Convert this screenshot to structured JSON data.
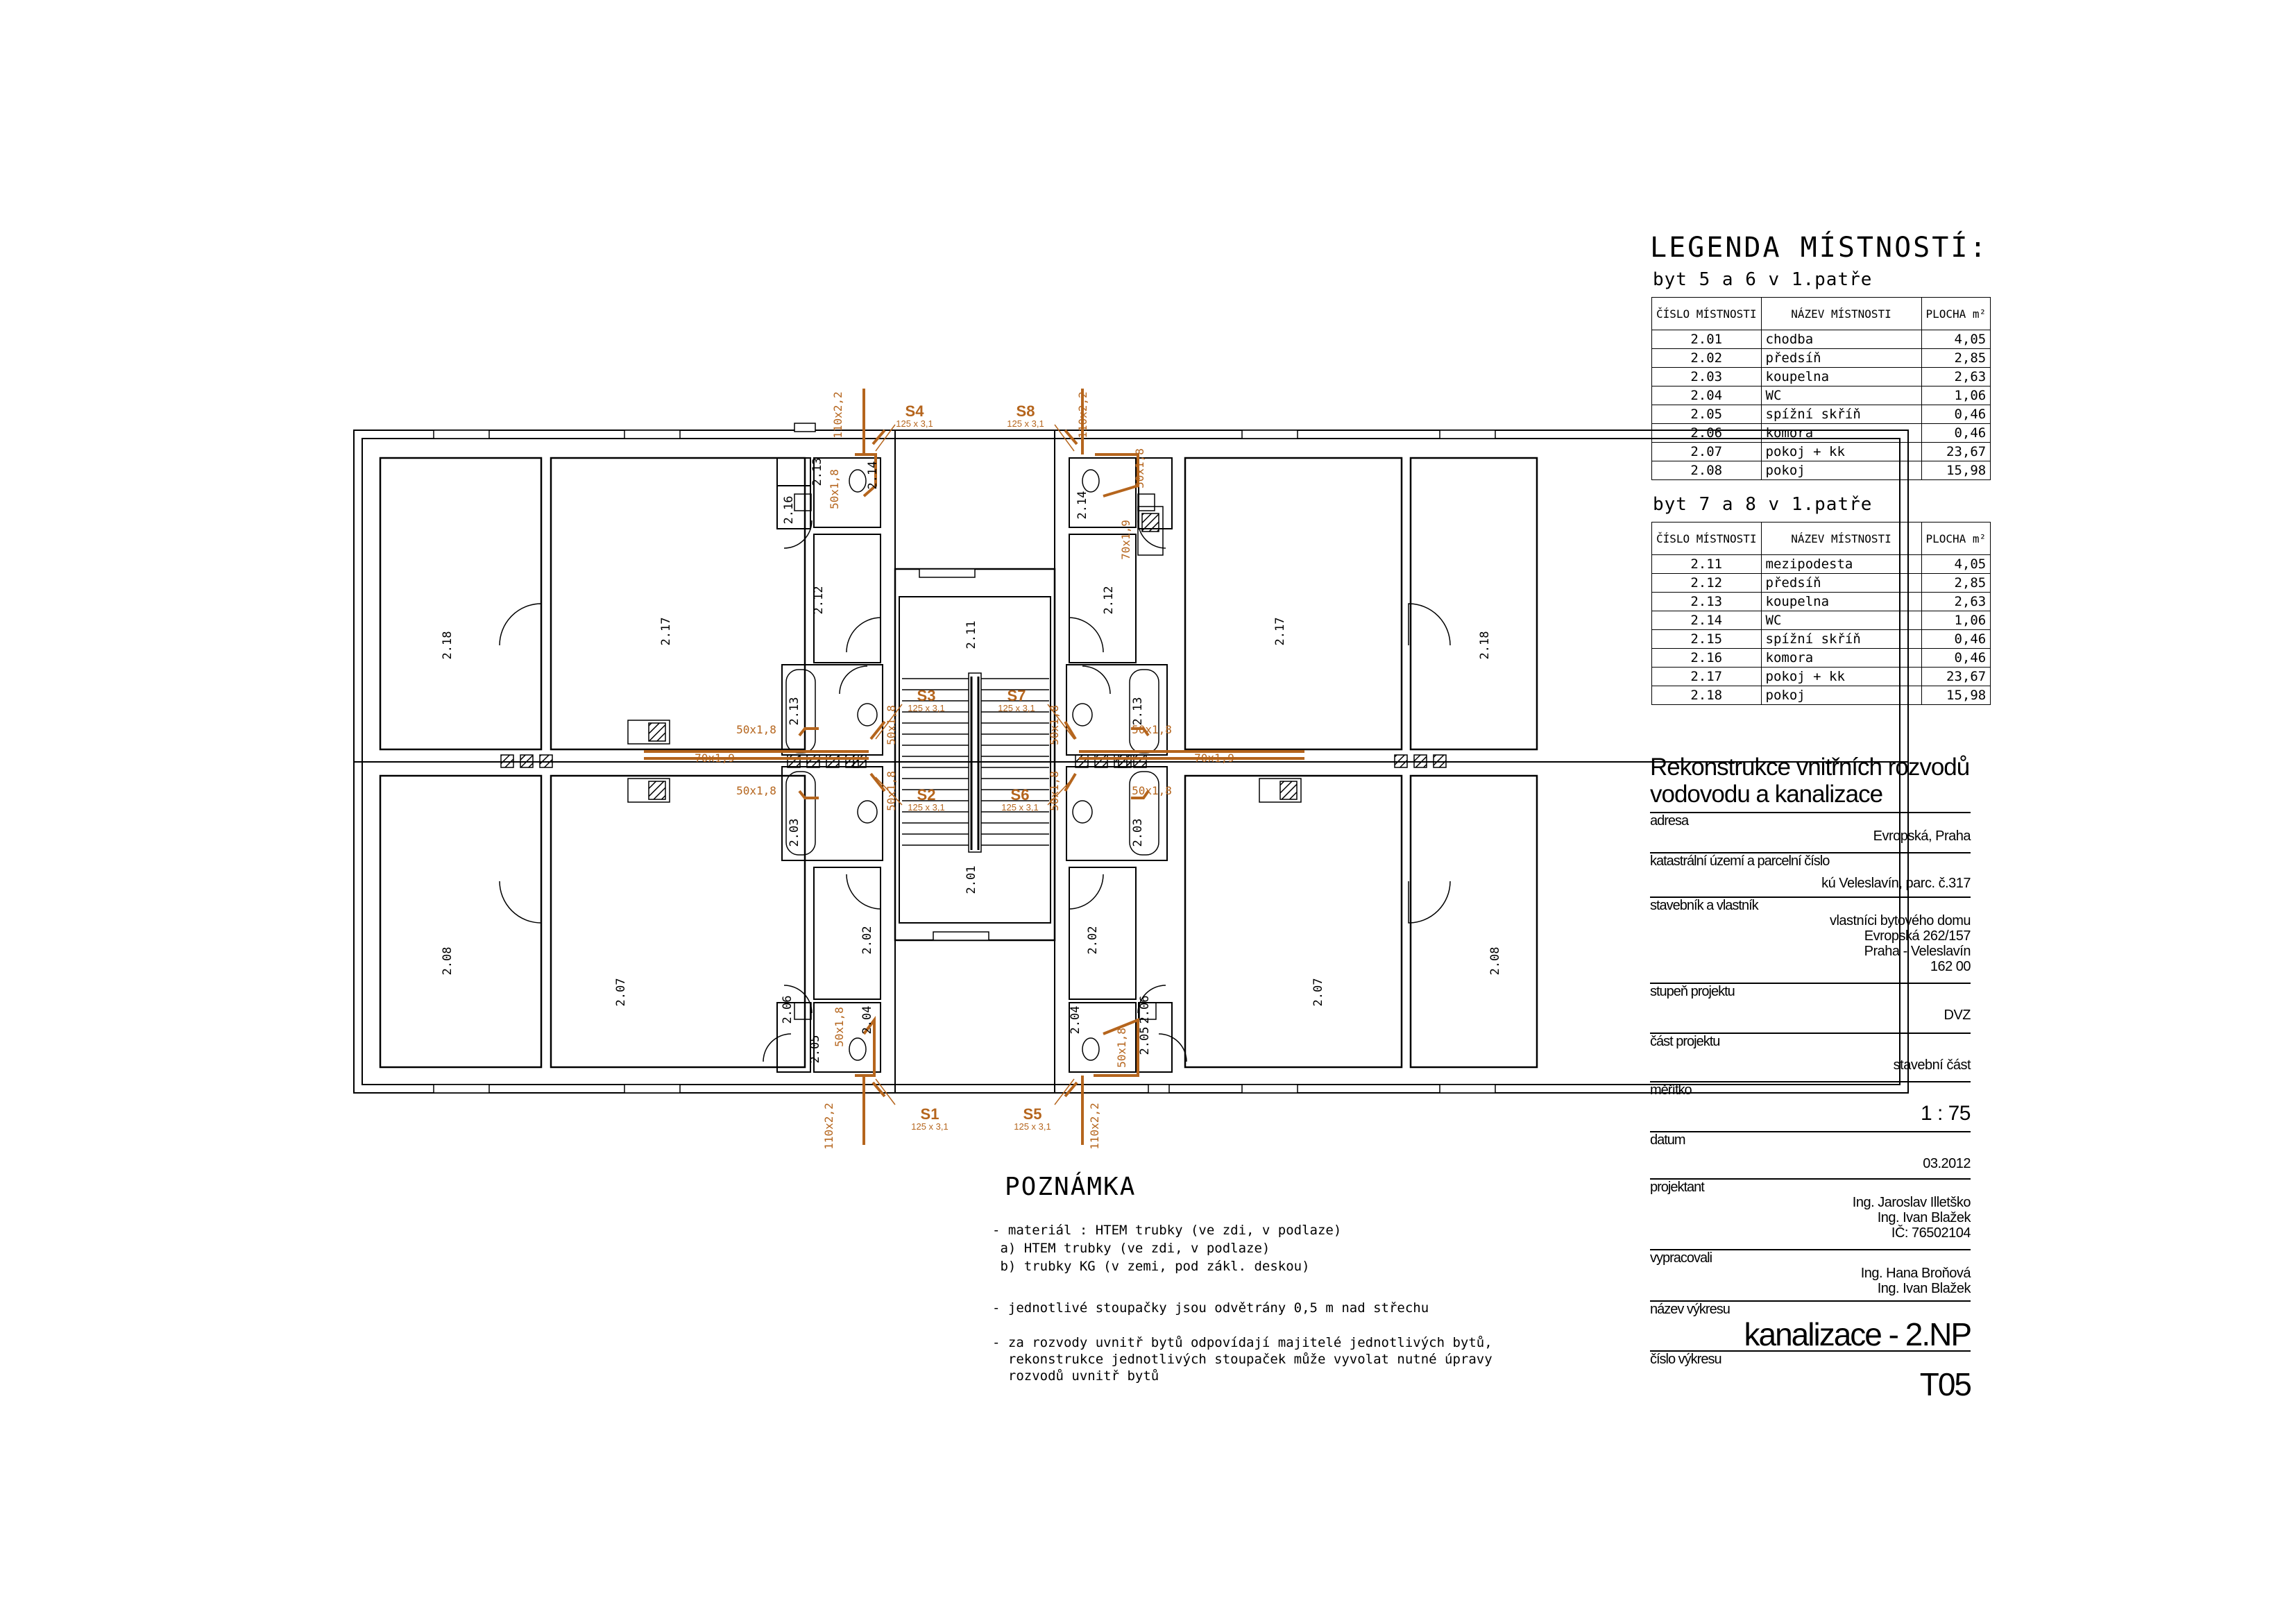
{
  "legend": {
    "title": "LEGENDA MÍSTNOSTÍ:",
    "header": {
      "number": "ČÍSLO MÍSTNOSTI",
      "name": "NÁZEV MÍSTNOSTI",
      "area": "PLOCHA m²"
    },
    "groups": [
      {
        "title": "byt 5 a 6 v 1.patře",
        "rows": [
          {
            "no": "2.01",
            "name": "chodba",
            "area": "4,05"
          },
          {
            "no": "2.02",
            "name": "předsíň",
            "area": "2,85"
          },
          {
            "no": "2.03",
            "name": "koupelna",
            "area": "2,63"
          },
          {
            "no": "2.04",
            "name": "WC",
            "area": "1,06"
          },
          {
            "no": "2.05",
            "name": "spížní skříň",
            "area": "0,46"
          },
          {
            "no": "2.06",
            "name": "komora",
            "area": "0,46"
          },
          {
            "no": "2.07",
            "name": "pokoj + kk",
            "area": "23,67"
          },
          {
            "no": "2.08",
            "name": "pokoj",
            "area": "15,98"
          }
        ]
      },
      {
        "title": "byt 7 a 8 v 1.patře",
        "rows": [
          {
            "no": "2.11",
            "name": "mezipodesta",
            "area": "4,05"
          },
          {
            "no": "2.12",
            "name": "předsíň",
            "area": "2,85"
          },
          {
            "no": "2.13",
            "name": "koupelna",
            "area": "2,63"
          },
          {
            "no": "2.14",
            "name": "WC",
            "area": "1,06"
          },
          {
            "no": "2.15",
            "name": "spížní skříň",
            "area": "0,46"
          },
          {
            "no": "2.16",
            "name": "komora",
            "area": "0,46"
          },
          {
            "no": "2.17",
            "name": "pokoj + kk",
            "area": "23,67"
          },
          {
            "no": "2.18",
            "name": "pokoj",
            "area": "15,98"
          }
        ]
      }
    ]
  },
  "titleblock": {
    "heading": "Rekonstrukce vnitřních rozvodů vodovodu a kanalizace",
    "address_label": "adresa",
    "address": "Evropská, Praha",
    "cadastre_label": "katastrální území a parcelní číslo",
    "cadastre": "kú Veleslavín, parc. č.317",
    "owner_label": "stavebník a vlastník",
    "owner": [
      "vlastníci bytového domu",
      "Evropská 262/157",
      "Praha  - Veleslavín",
      "162 00"
    ],
    "stage_label": "stupeň projektu",
    "stage": "DVZ",
    "part_label": "část projektu",
    "part": "stavební část",
    "scale_label": "měřítko",
    "scale": "1 : 75",
    "date_label": "datum",
    "date": "03.2012",
    "designer_label": "projektant",
    "designer": [
      "Ing. Jaroslav Illetško",
      "Ing. Ivan Blažek",
      "IČ: 76502104"
    ],
    "prepared_label": "vypracovali",
    "prepared": [
      "Ing. Hana Broňová",
      "Ing. Ivan Blažek"
    ],
    "drawing_name_label": "název výkresu",
    "drawing_name": "kanalizace - 2.NP",
    "drawing_no_label": "číslo výkresu",
    "drawing_no": "T05"
  },
  "notes": {
    "title": "POZNÁMKA",
    "lines": [
      "- materiál : HTEM trubky (ve zdi, v podlaze)",
      " a) HTEM trubky (ve zdi, v podlaze)",
      " b) trubky KG (v zemi, pod zákl. deskou)",
      "- jednotlivé stoupačky jsou odvětrány 0,5 m nad střechu",
      "- za rozvody uvnitř bytů odpovídají majitelé jednotlivých bytů,",
      "  rekonstrukce jednotlivých stoupaček může vyvolat nutné úpravy",
      "  rozvodů uvnitř bytů"
    ]
  },
  "plan": {
    "pipe_color": "#b5651d",
    "rooms": {
      "r218a": "2.18",
      "r217a": "2.17",
      "r216a": "2.16",
      "r213a": "2.13",
      "r214a": "2.14",
      "r212a": "2.12",
      "r211": "2.11",
      "r212b": "2.12",
      "r214b": "2.14",
      "r217b": "2.17",
      "r218b": "2.18",
      "r213c": "2.13",
      "r213d": "2.13",
      "r208a": "2.08",
      "r207a": "2.07",
      "r203a": "2.03",
      "r203b": "2.03",
      "r202a": "2.02",
      "r201": "2.01",
      "r202b": "2.02",
      "r206a": "2.06",
      "r205a": "2.05",
      "r204a": "2.04",
      "r204b": "2.04",
      "r206b": "2.06",
      "r205b": "2.05",
      "r207b": "2.07",
      "r208b": "2.08"
    },
    "stacks": [
      {
        "id": "S4",
        "size": "125 x 3,1"
      },
      {
        "id": "S8",
        "size": "125 x 3,1"
      },
      {
        "id": "S3",
        "size": "125 x 3,1"
      },
      {
        "id": "S7",
        "size": "125 x 3,1"
      },
      {
        "id": "S2",
        "size": "125 x 3,1"
      },
      {
        "id": "S6",
        "size": "125 x 3,1"
      },
      {
        "id": "S1",
        "size": "125 x 3,1"
      },
      {
        "id": "S5",
        "size": "125 x 3,1"
      }
    ],
    "pipe_labels": {
      "p1": "110x2,2",
      "p2": "110x2,2",
      "p3": "110x2,2",
      "p4": "110x2,2",
      "p5": "50x1,8",
      "p6": "50x1,8",
      "p7": "70x1,9",
      "p8": "50x1,8",
      "p9": "50x1,8",
      "p10": "50x1,8",
      "p11": "50x1,8",
      "p12": "70x1,9",
      "p13": "70x1,9",
      "p14": "50x1,8",
      "p15": "50x1,8",
      "p16": "50x1,8",
      "p17": "50x1,8",
      "p18": "50x1,8",
      "p19": "50x1,8"
    }
  }
}
